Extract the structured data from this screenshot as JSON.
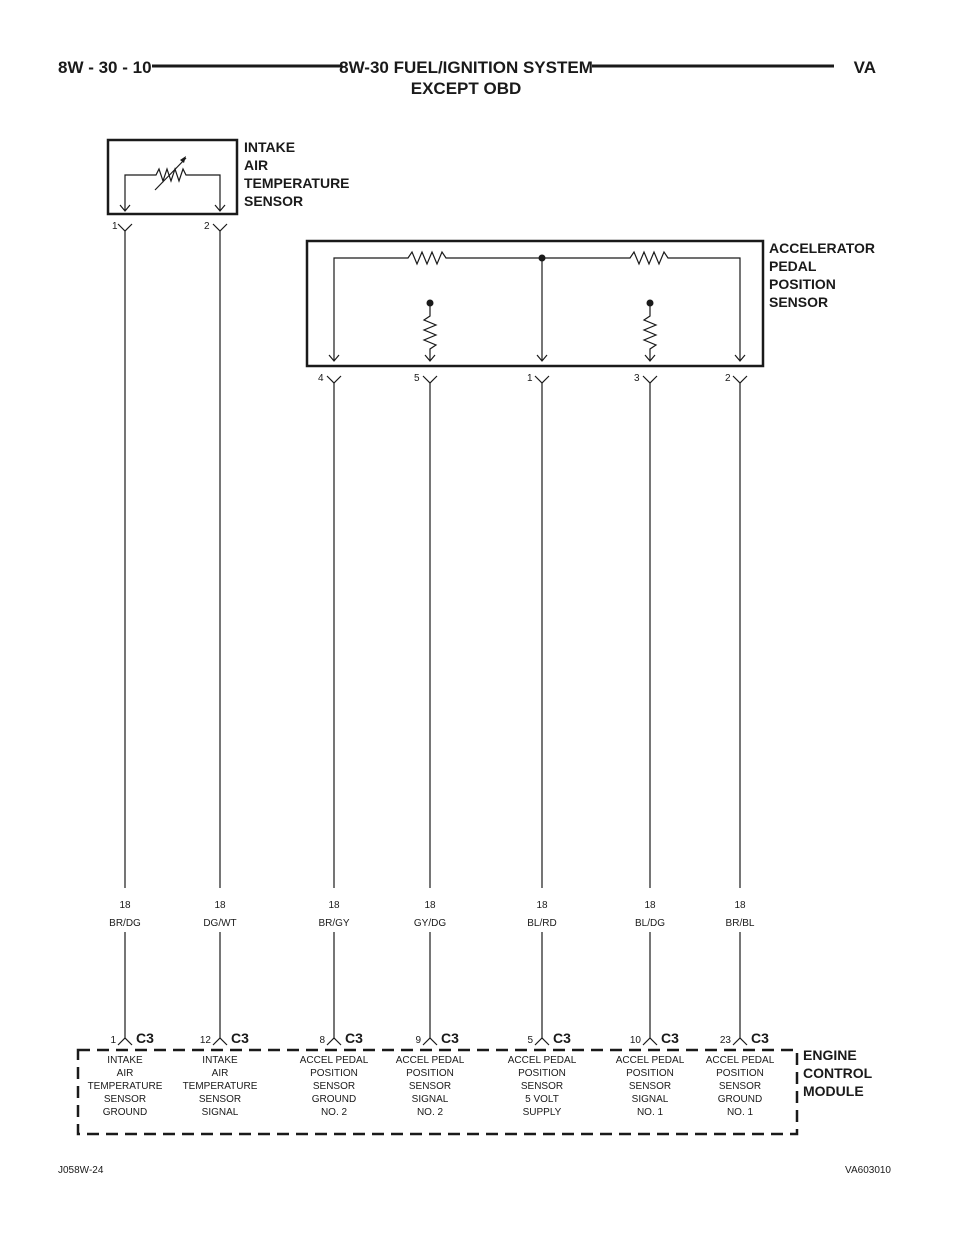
{
  "header": {
    "page": "8W - 30 - 10",
    "title_line1": "8W-30 FUEL/IGNITION SYSTEM",
    "title_line2": "EXCEPT OBD",
    "model": "VA"
  },
  "iat_sensor": {
    "label": [
      "INTAKE",
      "AIR",
      "TEMPERATURE",
      "SENSOR"
    ],
    "pins": [
      "1",
      "2"
    ]
  },
  "app_sensor": {
    "label": [
      "ACCELERATOR",
      "PEDAL",
      "POSITION",
      "SENSOR"
    ],
    "pins": [
      "4",
      "5",
      "1",
      "3",
      "2"
    ]
  },
  "ecm": {
    "label": [
      "ENGINE",
      "CONTROL",
      "MODULE"
    ]
  },
  "circuits": [
    {
      "gauge": "18",
      "color": "BR/DG",
      "ecm_pin": "1",
      "connector": "C3",
      "function": [
        "INTAKE",
        "AIR",
        "TEMPERATURE",
        "SENSOR",
        "GROUND"
      ]
    },
    {
      "gauge": "18",
      "color": "DG/WT",
      "ecm_pin": "12",
      "connector": "C3",
      "function": [
        "INTAKE",
        "AIR",
        "TEMPERATURE",
        "SENSOR",
        "SIGNAL"
      ]
    },
    {
      "gauge": "18",
      "color": "BR/GY",
      "ecm_pin": "8",
      "connector": "C3",
      "function": [
        "ACCEL PEDAL",
        "POSITION",
        "SENSOR",
        "GROUND",
        "NO. 2"
      ]
    },
    {
      "gauge": "18",
      "color": "GY/DG",
      "ecm_pin": "9",
      "connector": "C3",
      "function": [
        "ACCEL PEDAL",
        "POSITION",
        "SENSOR",
        "SIGNAL",
        "NO. 2"
      ]
    },
    {
      "gauge": "18",
      "color": "BL/RD",
      "ecm_pin": "5",
      "connector": "C3",
      "function": [
        "ACCEL PEDAL",
        "POSITION",
        "SENSOR",
        "5 VOLT",
        "SUPPLY"
      ]
    },
    {
      "gauge": "18",
      "color": "BL/DG",
      "ecm_pin": "10",
      "connector": "C3",
      "function": [
        "ACCEL PEDAL",
        "POSITION",
        "SENSOR",
        "SIGNAL",
        "NO. 1"
      ]
    },
    {
      "gauge": "18",
      "color": "BR/BL",
      "ecm_pin": "23",
      "connector": "C3",
      "function": [
        "ACCEL PEDAL",
        "POSITION",
        "SENSOR",
        "GROUND",
        "NO. 1"
      ]
    }
  ],
  "footer": {
    "left": "J058W-24",
    "right": "VA603010"
  }
}
